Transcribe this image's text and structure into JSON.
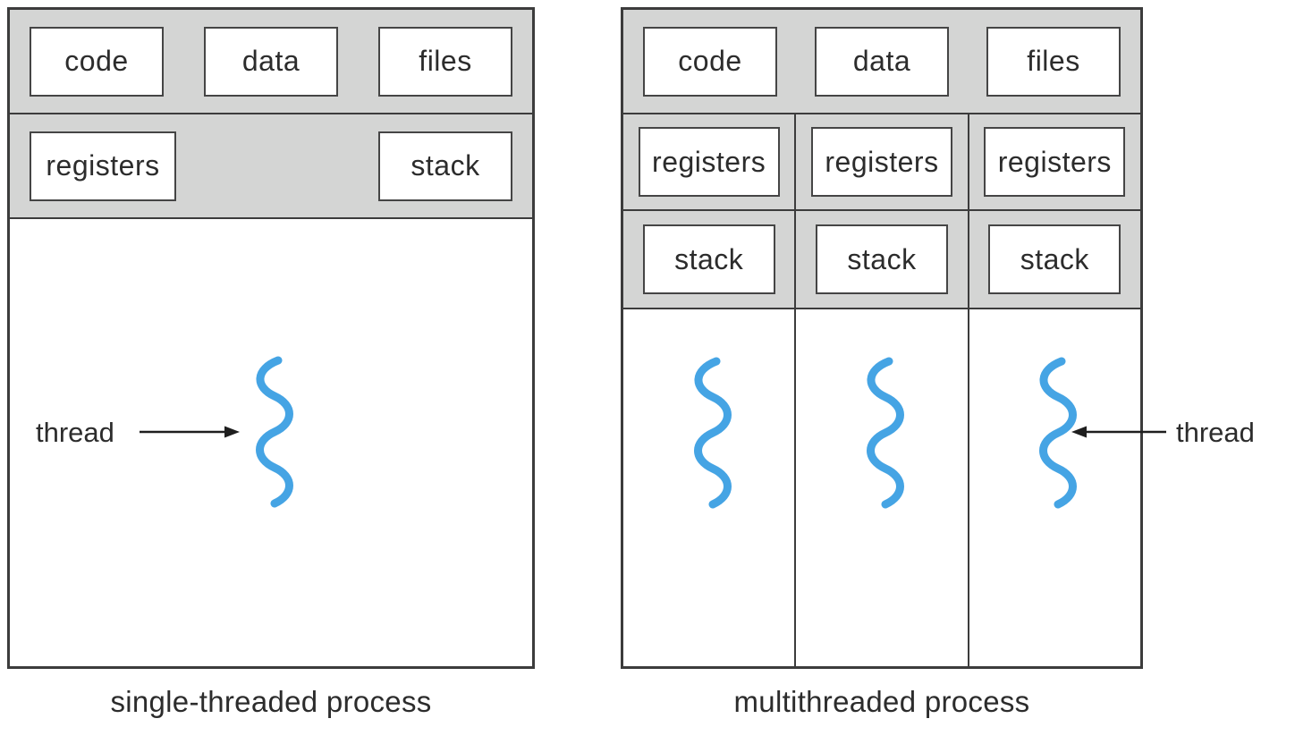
{
  "colors": {
    "band_gray": "#d4d5d4",
    "border_dark": "#3c3c3c",
    "thread_blue": "#45a4e4",
    "text_dark": "#2c2c2c",
    "arrow_black": "#1e1e1e"
  },
  "left_panel": {
    "caption": "single-threaded process",
    "shared_row": [
      "code",
      "data",
      "files"
    ],
    "registers_label": "registers",
    "stack_label": "stack",
    "thread_label": "thread",
    "thread_count": 1
  },
  "right_panel": {
    "caption": "multithreaded process",
    "shared_row": [
      "code",
      "data",
      "files"
    ],
    "columns": [
      {
        "registers_label": "registers",
        "stack_label": "stack"
      },
      {
        "registers_label": "registers",
        "stack_label": "stack"
      },
      {
        "registers_label": "registers",
        "stack_label": "stack"
      }
    ],
    "thread_label": "thread",
    "thread_count": 3
  }
}
